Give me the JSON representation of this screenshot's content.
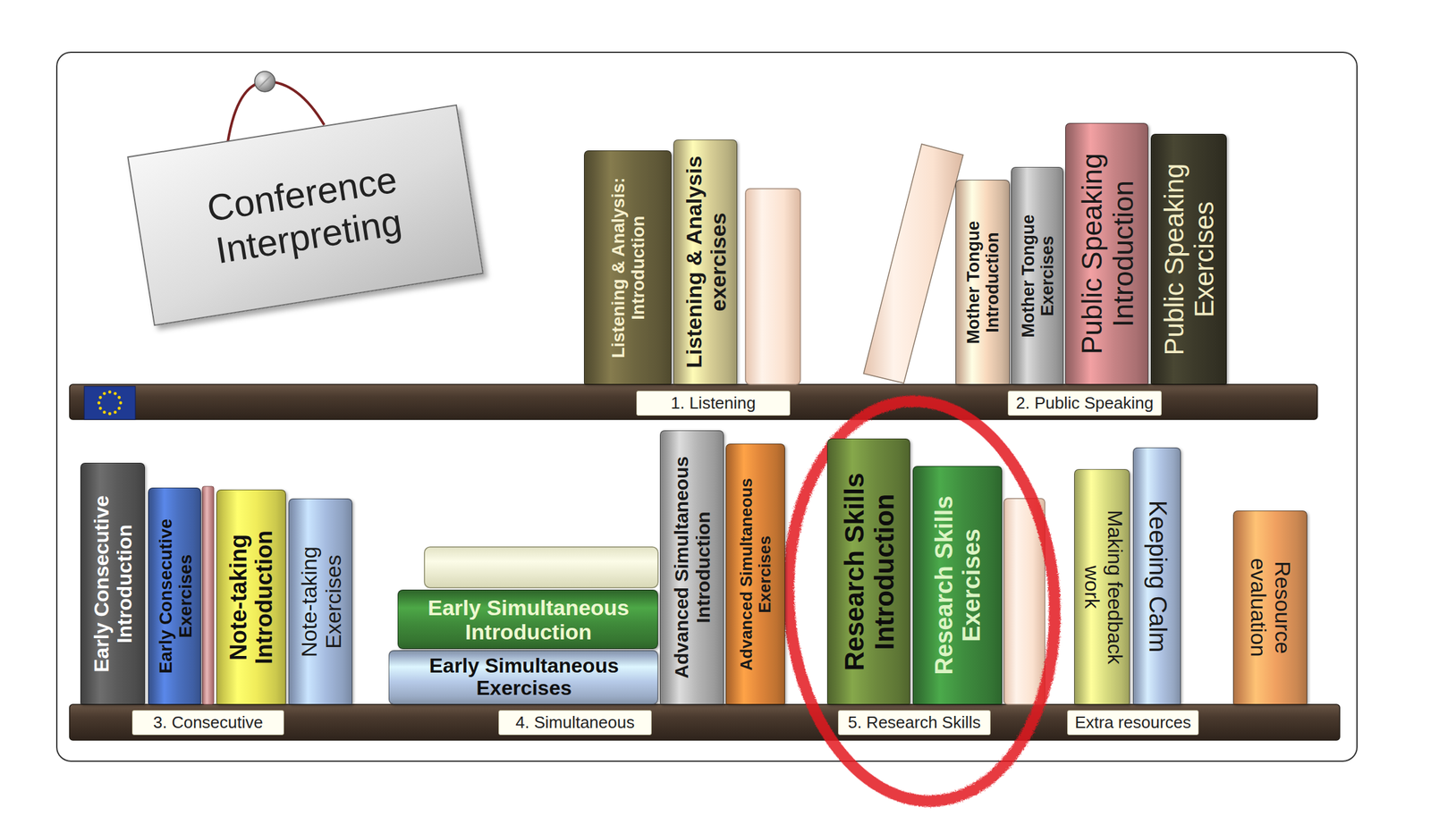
{
  "diagram": {
    "nodes": [
      {
        "text": [
          "Conference Interpreting"
        ]
      },
      {
        "text": [
          "Listening & Analysis: Introduction"
        ]
      },
      {
        "text": [
          "Listening & Analysis exercises"
        ]
      },
      {
        "text": [
          "Mother Tongue Introduction"
        ]
      },
      {
        "text": [
          "Mother Tongue Exercises"
        ]
      },
      {
        "text": [
          "Public Speaking Introduction"
        ]
      },
      {
        "text": [
          "Public Speaking Exercises"
        ]
      },
      {
        "text": [
          "1. Listening"
        ]
      },
      {
        "text": [
          "2. Public Speaking"
        ]
      },
      {
        "text": [
          "Early Consecutive Introduction"
        ]
      },
      {
        "text": [
          "Early Consecutive Exercises"
        ]
      },
      {
        "text": [
          "Note-taking Introduction"
        ]
      },
      {
        "text": [
          "Note-taking Exercises"
        ]
      },
      {
        "text": [
          "Early Simultaneous Introduction"
        ]
      },
      {
        "text": [
          "Early Simultaneous Exercises"
        ]
      },
      {
        "text": [
          "Advanced Simultaneous Introduction"
        ]
      },
      {
        "text": [
          "Advanced Simultaneous Exercises"
        ]
      },
      {
        "text": [
          "Research Skills Introduction"
        ]
      },
      {
        "text": [
          "Research Skills Exercises"
        ]
      },
      {
        "text": [
          "Making feedback work"
        ]
      },
      {
        "text": [
          "Keeping Calm"
        ]
      },
      {
        "text": [
          "Resource evaluation"
        ]
      },
      {
        "text": [
          "3. Consecutive"
        ]
      },
      {
        "text": [
          "4. Simultaneous"
        ]
      },
      {
        "text": [
          "5. Research Skills"
        ]
      },
      {
        "text": [
          "Extra resources"
        ]
      }
    ]
  }
}
